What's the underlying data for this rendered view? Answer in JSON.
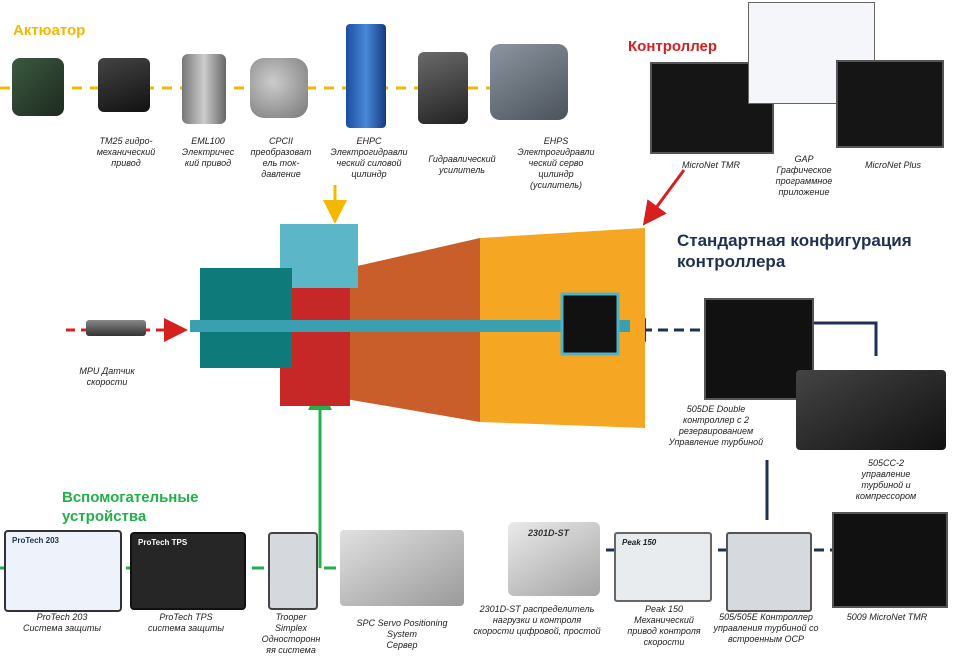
{
  "sections": {
    "actuator": {
      "title": "Актюатор",
      "color": "#f5b800"
    },
    "controller": {
      "title": "Контроллер",
      "color": "#d62020"
    },
    "standard": {
      "title": "Стандартная конфигурация\nконтроллера",
      "color": "#1f3150"
    },
    "auxiliary": {
      "title": "Вспомогательные\nустройства",
      "color": "#22b04a"
    }
  },
  "actuators": [
    {
      "caption": "TM25 гидро-\nмеханический\nпривод"
    },
    {
      "caption": "EML100\nЭлектричес\nкий привод"
    },
    {
      "caption": "CPCII\nпреобразоват\nель ток-\nдавление"
    },
    {
      "caption": "EHPC\nЭлектрогидравли\nческий силовой\nцилиндр"
    },
    {
      "caption": "Гидравлический\nусилитель"
    },
    {
      "caption": "EHPS\nЭлектрогидравли\nческий серво\nцилиндр\n(усилитель)"
    }
  ],
  "controllers": [
    {
      "caption": "MicroNet TMR"
    },
    {
      "caption": "GAP\nГрафическое\nпрограммное\nприложение"
    },
    {
      "caption": "MicroNet  Plus"
    }
  ],
  "sensor": {
    "caption": "MPU Датчик\nскорости"
  },
  "standard_devices": [
    {
      "caption": "505DE Double\nконтроллер с 2\nрезервированием\nУправление турбиной"
    },
    {
      "caption": "505CC-2\nуправление\nтурбиной и\nкомпрессором"
    }
  ],
  "bottom_devices": [
    {
      "caption": "ProTech 203\nСистема защиты",
      "label": "ProTech 203"
    },
    {
      "caption": "ProTech TPS\nсистема защиты",
      "label": "ProTech TPS"
    },
    {
      "caption": "Trooper\nSimplex\nОдносторонн\nяя система"
    },
    {
      "caption": "SPC Servo Positioning\nSystem\nСервер"
    },
    {
      "caption": "2301D-ST  распределитель\nнагрузки и контроля\nскорости цифровой, простой",
      "label": "2301D-ST"
    },
    {
      "caption": "Peak 150\nМеханический\nпривод контроля\nскорости",
      "label": "Peak 150"
    },
    {
      "caption": "505/505E Контроллер\nуправления турбиной со\nвстроенным OCP"
    },
    {
      "caption": "5009 MicroNet TMR"
    }
  ]
}
